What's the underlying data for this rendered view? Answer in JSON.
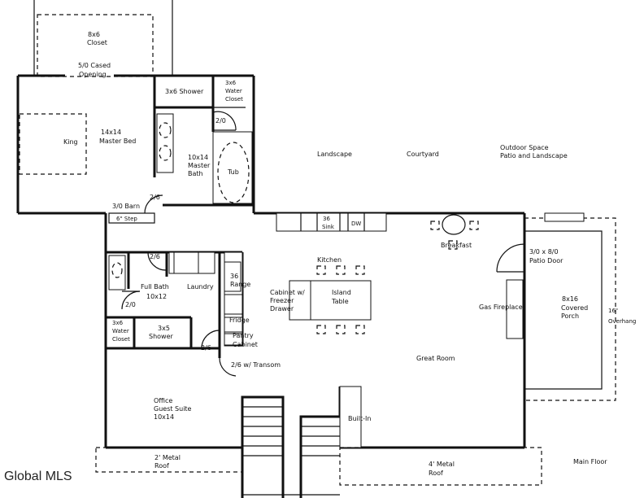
{
  "labels": {
    "closet_size": "8x6",
    "closet": "Closet",
    "cased_opening_1": "5/0 Cased",
    "cased_opening_2": "Opening",
    "king": "King",
    "master_bed_size": "14x14",
    "master_bed": "Master Bed",
    "shower_3x6": "3x6 Shower",
    "wc_top_size": "3x6",
    "wc_top_1": "Water",
    "wc_top_2": "Closet",
    "door_2_0_top": "2/0",
    "master_bath_size": "10x14",
    "master_bath_1": "Master",
    "master_bath_2": "Bath",
    "tub": "Tub",
    "barn_door": "3/0 Barn",
    "door_2_6_bath": "2/6",
    "step": "6\" Step",
    "landscape": "Landscape",
    "courtyard": "Courtyard",
    "outdoor_1": "Outdoor Space",
    "outdoor_2": "Patio and Landscape",
    "sink_size": "36",
    "sink": "Sink",
    "dw": "DW",
    "breakfast": "Breakfast",
    "door_2_6_laundry": "2/6",
    "full_bath": "Full Bath",
    "full_bath_size": "10x12",
    "laundry": "Laundry",
    "kitchen": "Kitchen",
    "range_size": "36",
    "range": "Range",
    "cabinet_1": "Cabinet w/",
    "cabinet_2": "Freezer",
    "cabinet_3": "Drawer",
    "island_1": "Island",
    "island_2": "Table",
    "patio_door_1": "3/0 x 8/0",
    "patio_door_2": "Patio Door",
    "porch_size": "8x16",
    "porch_1": "Covered",
    "porch_2": "Porch",
    "gas_fireplace": "Gas Fireplace",
    "overhang_size": "16\"",
    "overhang": "Overhang",
    "door_2_0_wc": "2/0",
    "wc_left_size": "3x6",
    "wc_left_1": "Water",
    "wc_left_2": "Closet",
    "shower_3x5_size": "3x5",
    "shower_3x5": "Shower",
    "fridge": "Fridge",
    "pantry_1": "Pantry",
    "pantry_2": "Cabinet",
    "door_2_6_office": "2/6",
    "transom_door": "2/6 w/ Transom",
    "great_room": "Great Room",
    "office_1": "Office",
    "office_2": "Guest Suite",
    "office_size": "10x14",
    "built_in": "Built-In",
    "metal_roof_left_1": "2' Metal",
    "metal_roof_left_2": "Roof",
    "metal_roof_right_1": "4' Metal",
    "metal_roof_right_2": "Roof",
    "main_floor": "Main Floor"
  },
  "watermark": "Global MLS"
}
